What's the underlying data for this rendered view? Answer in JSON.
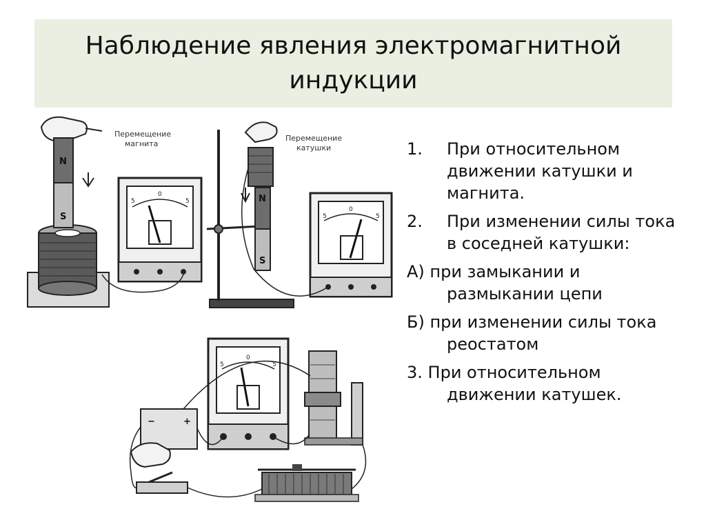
{
  "slide": {
    "title": "Наблюдение явления электромагнитной индукции"
  },
  "figure": {
    "label_magnet_line1": "Перемещение",
    "label_magnet_line2": "магнита",
    "label_coil_line1": "Перемещение",
    "label_coil_line2": "катушки",
    "pole_north": "N",
    "pole_south": "S",
    "scale_left": "5",
    "scale_zero": "0",
    "scale_right": "5",
    "battery_plus": "+",
    "battery_minus": "−"
  },
  "list": {
    "items": [
      {
        "marker": "1.",
        "text": "При относительном движении катушки и магнита."
      },
      {
        "marker": "2.",
        "text": " При изменении силы тока в соседней катушки:"
      },
      {
        "marker": "А) ",
        "text": "при замыкании и размыкании цепи"
      },
      {
        "marker": "Б) ",
        "text": "при изменении силы тока реостатом"
      },
      {
        "marker": "3. ",
        "text": "При относительном движении катушек."
      }
    ]
  }
}
